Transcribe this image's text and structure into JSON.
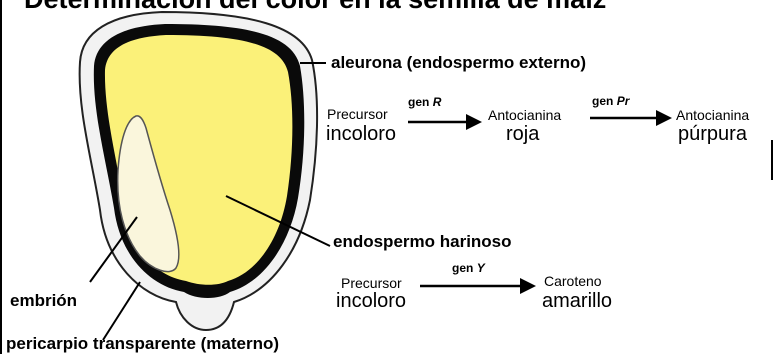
{
  "title": "Determinación del color en la semilla de maíz",
  "labels": {
    "aleurona": "aleurona (endospermo externo)",
    "endospermo": "endospermo harinoso",
    "embrion": "embrión",
    "pericarpio": "pericarpio transparente (materno)"
  },
  "pathway_1": {
    "precursor_small": "Precursor",
    "precursor_big": "incoloro",
    "gene1_prefix": "gen",
    "gene1_name": "R",
    "mid_small": "Antocianina",
    "mid_big": "roja",
    "gene2_prefix": "gen",
    "gene2_name": "Pr",
    "end_small": "Antocianina",
    "end_big": "púrpura"
  },
  "pathway_2": {
    "precursor_small": "Precursor",
    "precursor_big": "incoloro",
    "gene_prefix": "gen",
    "gene_name": "Y",
    "end_small": "Caroteno",
    "end_big": "amarillo"
  },
  "colors": {
    "endosperm": "#FBF179",
    "aleurone": "#0a0a0a",
    "embryo": "#FAF6DC",
    "pericarp": "#f2f2f2"
  }
}
